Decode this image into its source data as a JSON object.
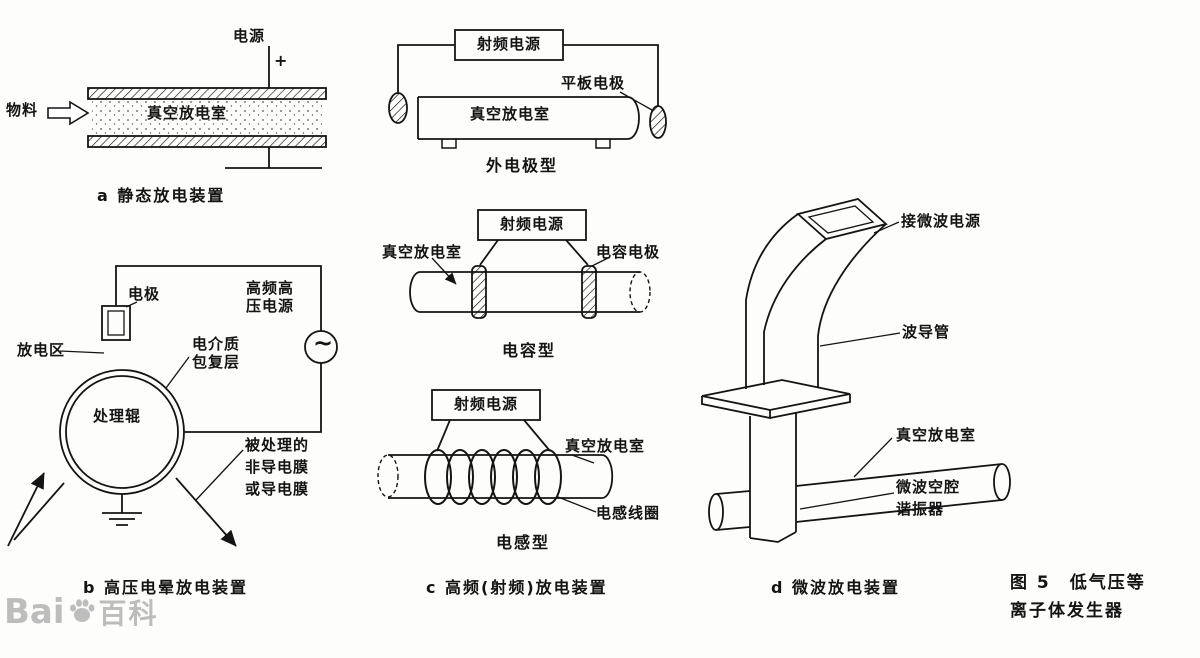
{
  "diagrams": {
    "a": {
      "caption": "a 静态放电装置",
      "power_label": "电源",
      "plus_sign": "+",
      "material_label": "物料",
      "chamber_label": "真空放电室"
    },
    "b": {
      "caption": "b 高压电晕放电装置",
      "electrode_label": "电极",
      "hv_source_line1": "高频高",
      "hv_source_line2": "压电源",
      "discharge_zone_label": "放电区",
      "dielectric_line1": "电介质",
      "dielectric_line2": "包复层",
      "roller_label": "处理辊",
      "ac_symbol": "~",
      "film_line1": "被处理的",
      "film_line2": "非导电膜",
      "film_line3": "或导电膜"
    },
    "c": {
      "caption": "c 高频(射频)放电装置",
      "external": {
        "rf_source": "射频电源",
        "plate_electrode": "平板电极",
        "chamber": "真空放电室",
        "type_label": "外电极型"
      },
      "capacitive": {
        "rf_source": "射频电源",
        "chamber": "真空放电室",
        "electrode": "电容电极",
        "type_label": "电容型"
      },
      "inductive": {
        "rf_source": "射频电源",
        "chamber": "真空放电室",
        "coil": "电感线圈",
        "type_label": "电感型"
      }
    },
    "d": {
      "caption": "d 微波放电装置",
      "power_label": "接微波电源",
      "waveguide_label": "波导管",
      "chamber_label": "真空放电室",
      "cavity_line1": "微波空腔",
      "cavity_line2": "谐振器"
    }
  },
  "figure_caption": {
    "line1": "图 5　低气压等",
    "line2": "离子体发生器"
  },
  "watermark": {
    "prefix": "Bai",
    "suffix": "百科"
  }
}
